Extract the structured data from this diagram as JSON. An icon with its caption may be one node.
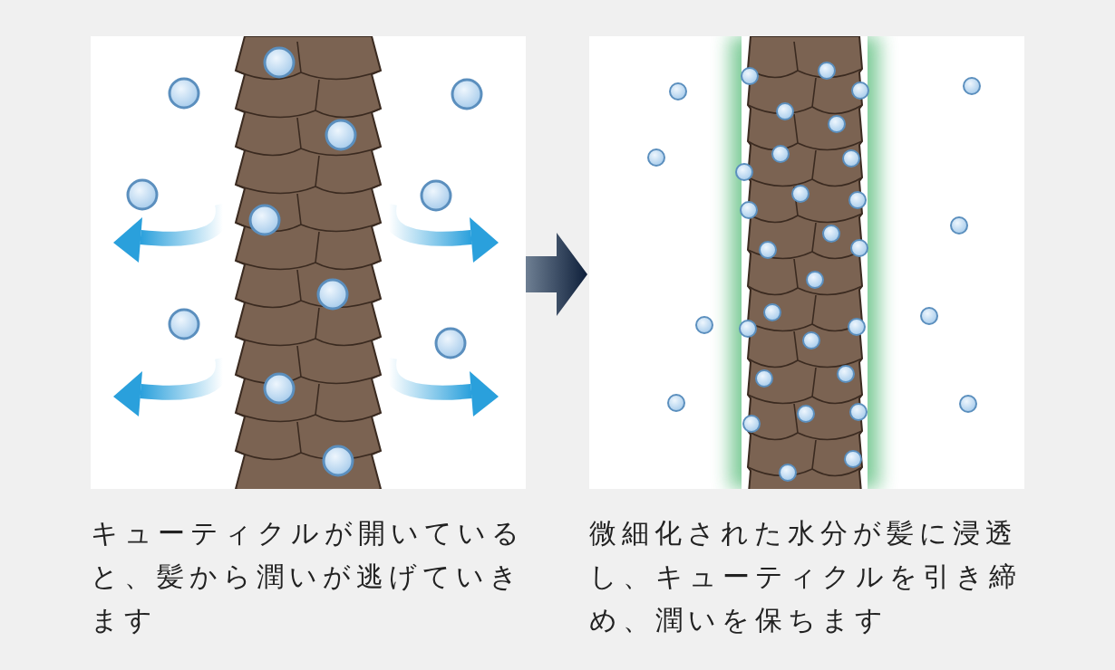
{
  "diagram": {
    "nodes": [
      {
        "text": [],
        "shape": "picture",
        "beside": [
          "キューティクルが開いていると、髪から潤いが逃げていきます"
        ]
      },
      {
        "text": [],
        "shape": "picture",
        "beside": [
          "微細化された水分が髪に浸透し、キューティクルを引き締め、潤いを保ちます"
        ]
      }
    ],
    "edges": [
      {
        "from": 0,
        "to": 1,
        "arrow": "to"
      }
    ]
  }
}
